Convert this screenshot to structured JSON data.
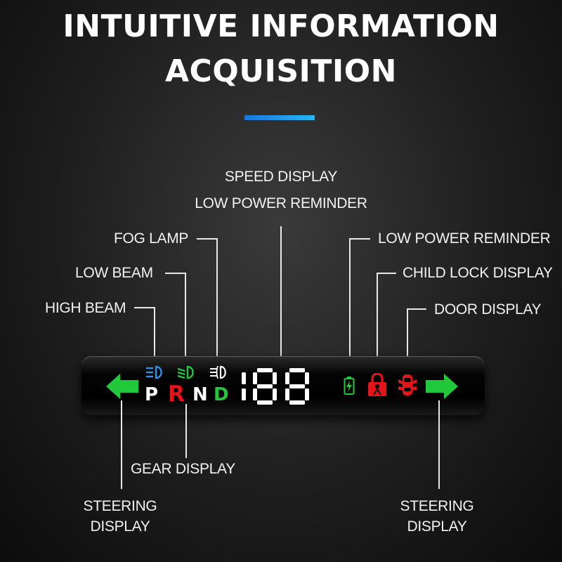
{
  "headline": {
    "line1": "INTUITIVE INFORMATION",
    "line2": "ACQUISITION"
  },
  "callouts": {
    "speed_display": "SPEED DISPLAY",
    "low_power_reminder_top": "LOW POWER REMINDER",
    "fog_lamp": "FOG LAMP",
    "low_beam": "LOW BEAM",
    "high_beam": "HIGH BEAM",
    "low_power_reminder": "LOW POWER REMINDER",
    "child_lock_display": "CHILD LOCK DISPLAY",
    "door_display": "DOOR DISPLAY",
    "gear_display": "GEAR DISPLAY",
    "steering_left": "STEERING DISPLAY",
    "steering_right": "STEERING DISPLAY"
  },
  "device": {
    "gears": [
      "P",
      "R",
      "N",
      "D"
    ],
    "speed": "188",
    "icons": [
      "high-beam-icon",
      "low-beam-icon",
      "fog-lamp-icon",
      "battery-icon",
      "child-lock-icon",
      "door-icon",
      "left-turn-arrow-icon",
      "right-turn-arrow-icon"
    ]
  },
  "colors": {
    "accent_blue": "#1a8ff0",
    "high_beam_blue": "#2f8fe6",
    "indicator_green": "#21c93a",
    "warning_red": "#e3151b",
    "gear_white": "#ffffff",
    "gear_red": "#e3151b",
    "gear_green": "#21c93a"
  }
}
